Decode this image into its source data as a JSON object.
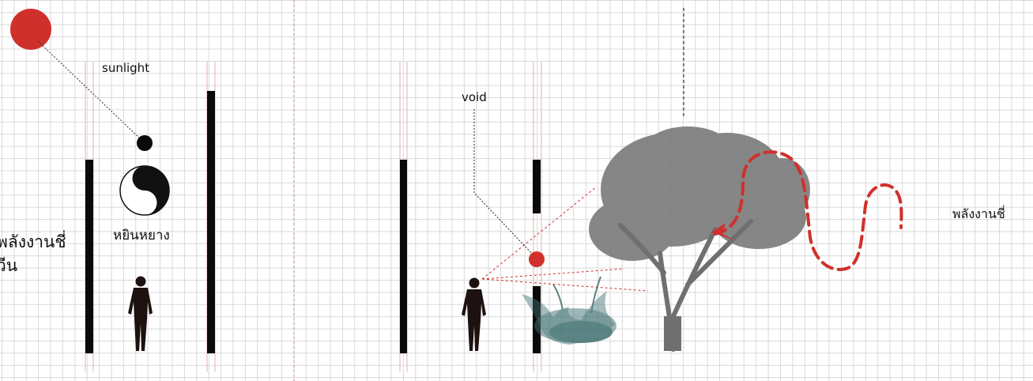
{
  "labels": {
    "sunlight": "sunlight",
    "yinyang": "หยินหยาง",
    "qi_left_line1": "พลังงานชี่",
    "qi_left_line2": "วีน",
    "void": "void",
    "qi_right": "พลังงานชี่"
  },
  "icons": {
    "sun": "sun-icon",
    "yinyang": "yin-yang-icon",
    "person": "person-silhouette-icon",
    "tree": "tree-icon",
    "water": "water-splash-icon",
    "qi_flow": "qi-flow-arrow-icon"
  },
  "colors": {
    "accent_red": "#d0302b",
    "wall": "#0a0a0a",
    "grid": "#d9d9dc",
    "tree": "#6f6f6f",
    "water": "#3f6f70",
    "person": "#1d1210"
  }
}
